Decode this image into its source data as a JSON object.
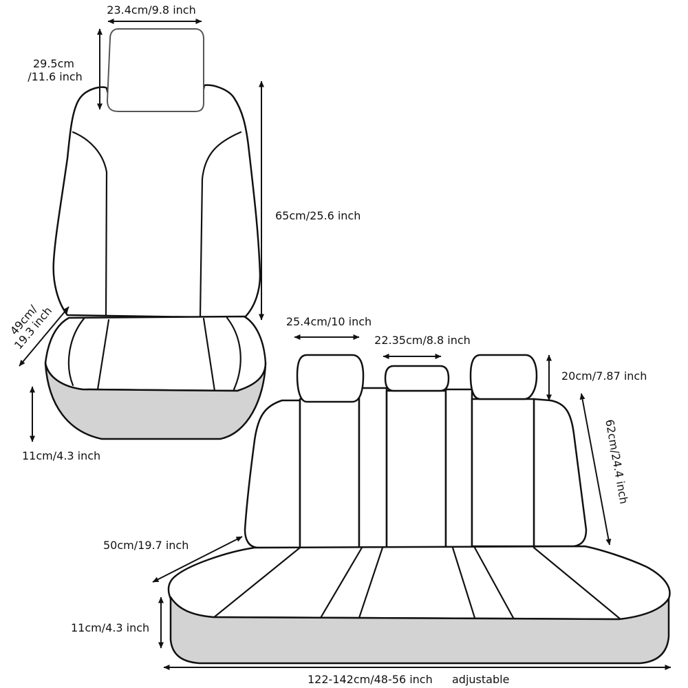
{
  "colors": {
    "outline": "#111111",
    "fill": "#ffffff",
    "base_shade": "#d3d3d3"
  },
  "front_seat": {
    "headrest_width": "23.4cm/9.8 inch",
    "headrest_height_line1": "29.5cm",
    "headrest_height_line2": "/11.6 inch",
    "backrest_height": "65cm/25.6 inch",
    "seat_depth_line1": "49cm/",
    "seat_depth_line2": "19.3 inch",
    "base_height": "11cm/4.3 inch"
  },
  "rear_seat": {
    "headrest_side_width": "25.4cm/10 inch",
    "headrest_center_width": "22.35cm/8.8 inch",
    "headrest_height": "20cm/7.87 inch",
    "backrest_height": "62cm/24.4 inch",
    "seat_depth": "50cm/19.7 inch",
    "base_height": "11cm/4.3 inch",
    "total_width": "122-142cm/48-56 inch",
    "adjustable_note": "adjustable"
  }
}
